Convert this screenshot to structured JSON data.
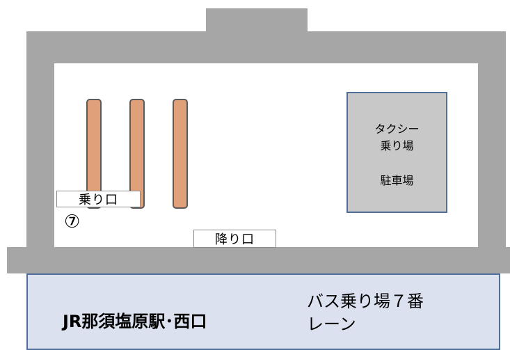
{
  "map": {
    "boarding_label": "乗り口",
    "boarding_number": "⑦",
    "alighting_label": "降り口",
    "taxi_title_line1": "タクシー",
    "taxi_title_line2": "乗り場",
    "parking_label": "駐車場",
    "station_name": "JR那須塩原駅･西口",
    "bus_lane_line1": "バス乗り場７番",
    "bus_lane_line2": "レーン"
  },
  "colors": {
    "building_gray": "#a6a6a6",
    "pillar_orange": "#e0a07a",
    "taxi_fill": "#c8c8c8",
    "panel_fill": "#dbe1ef",
    "border_blue": "#4f6f9a"
  }
}
